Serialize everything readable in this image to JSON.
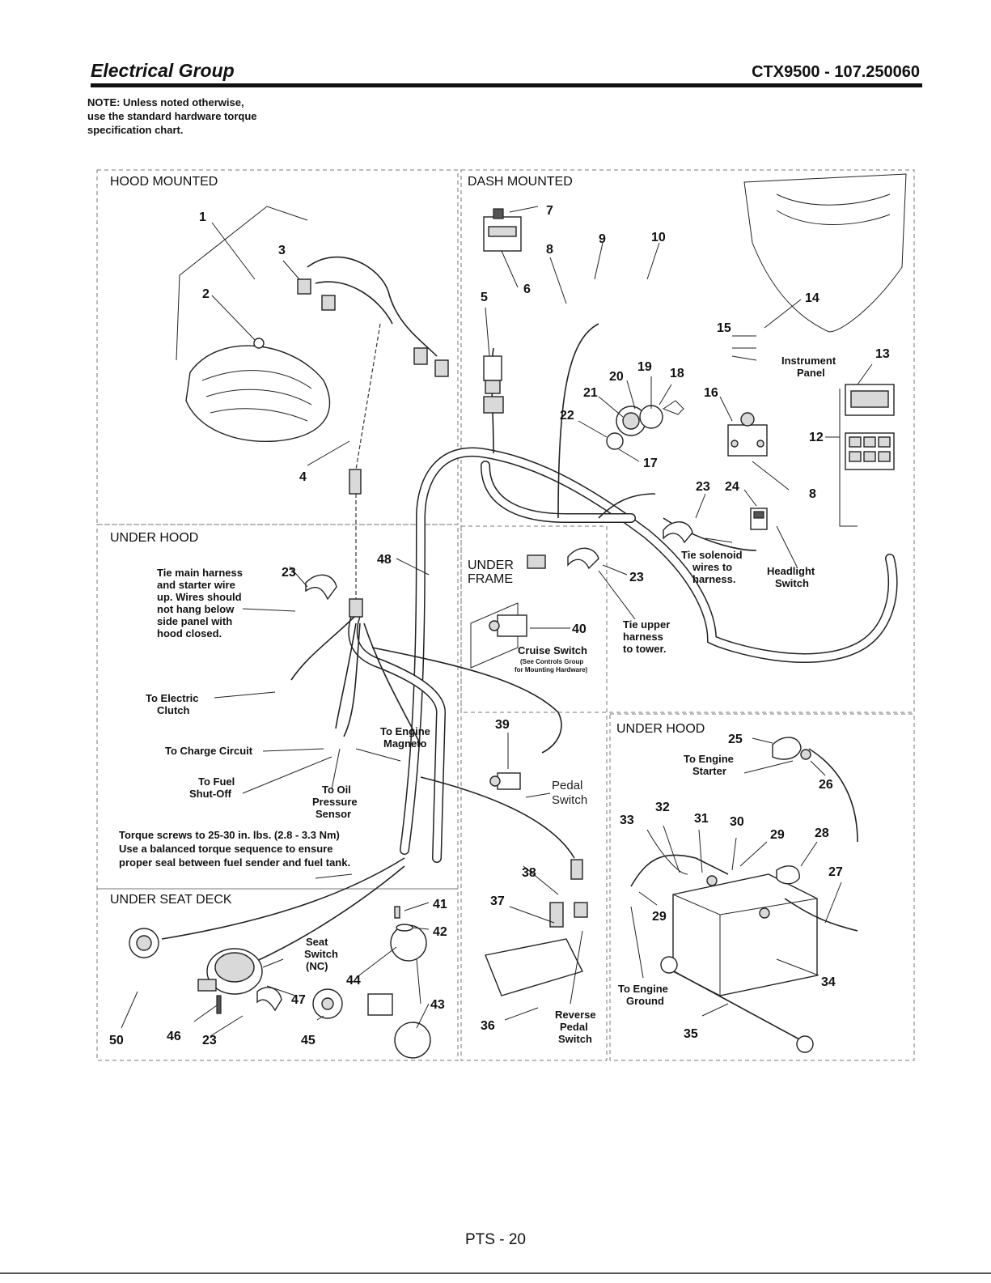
{
  "header": {
    "title": "Electrical Group",
    "model": "CTX9500 - 107.250060"
  },
  "note": {
    "line1": "NOTE: Unless noted otherwise,",
    "line2": "use the standard hardware torque",
    "line3": "specification chart."
  },
  "sections": {
    "hood_mounted": "HOOD MOUNTED",
    "dash_mounted": "DASH MOUNTED",
    "under_hood_left": "UNDER HOOD",
    "under_frame_line1": "UNDER",
    "under_frame_line2": "FRAME",
    "under_hood_right": "UNDER HOOD",
    "under_seat_deck": "UNDER SEAT DECK"
  },
  "callouts": {
    "tie_main_1": "Tie main harness",
    "tie_main_2": "and starter wire",
    "tie_main_3": "up. Wires should",
    "tie_main_4": "not hang below",
    "tie_main_5": "side panel with",
    "tie_main_6": "hood closed.",
    "electric_clutch_1": "To Electric",
    "electric_clutch_2": "Clutch",
    "charge_circuit": "To Charge Circuit",
    "fuel_shutoff_1": "To Fuel",
    "fuel_shutoff_2": "Shut-Off",
    "oil_sensor_1": "To Oil",
    "oil_sensor_2": "Pressure",
    "oil_sensor_3": "Sensor",
    "engine_magneto_1": "To Engine",
    "engine_magneto_2": "Magneto",
    "torque_1": "Torque screws to 25-30 in. lbs. (2.8 - 3.3 Nm)",
    "torque_2": "Use a balanced torque sequence to ensure",
    "torque_3": "proper seal between fuel sender and fuel tank.",
    "cruise_switch": "Cruise Switch",
    "cruise_note_1": "(See Controls Group",
    "cruise_note_2": "for Mounting Hardware)",
    "tie_upper_1": "Tie upper",
    "tie_upper_2": "harness",
    "tie_upper_3": "to tower.",
    "tie_solenoid_1": "Tie solenoid",
    "tie_solenoid_2": "wires to",
    "tie_solenoid_3": "harness.",
    "headlight_1": "Headlight",
    "headlight_2": "Switch",
    "instrument_1": "Instrument",
    "instrument_2": "Panel",
    "pedal_1": "Pedal",
    "pedal_2": "Switch",
    "reverse_1": "Reverse",
    "reverse_2": "Pedal",
    "reverse_3": "Switch",
    "seat_1": "Seat",
    "seat_2": "Switch",
    "seat_3": "(NC)",
    "engine_starter_1": "To Engine",
    "engine_starter_2": "Starter",
    "engine_ground_1": "To Engine",
    "engine_ground_2": "Ground"
  },
  "part_numbers": {
    "p1": "1",
    "p2": "2",
    "p3": "3",
    "p4": "4",
    "p5": "5",
    "p6": "6",
    "p7": "7",
    "p8a": "8",
    "p8b": "8",
    "p9": "9",
    "p10": "10",
    "p12": "12",
    "p13": "13",
    "p14": "14",
    "p15": "15",
    "p16": "16",
    "p17": "17",
    "p18": "18",
    "p19": "19",
    "p20": "20",
    "p21": "21",
    "p22": "22",
    "p23a": "23",
    "p23b": "23",
    "p23c": "23",
    "p23d": "23",
    "p24": "24",
    "p25": "25",
    "p26": "26",
    "p27": "27",
    "p28": "28",
    "p29a": "29",
    "p29b": "29",
    "p30": "30",
    "p31": "31",
    "p32": "32",
    "p33": "33",
    "p34": "34",
    "p35": "35",
    "p36": "36",
    "p37": "37",
    "p38": "38",
    "p39": "39",
    "p40": "40",
    "p41": "41",
    "p42": "42",
    "p43": "43",
    "p44": "44",
    "p45": "45",
    "p46": "46",
    "p47": "47",
    "p48": "48",
    "p50": "50"
  },
  "footer": {
    "page": "PTS - 20"
  }
}
